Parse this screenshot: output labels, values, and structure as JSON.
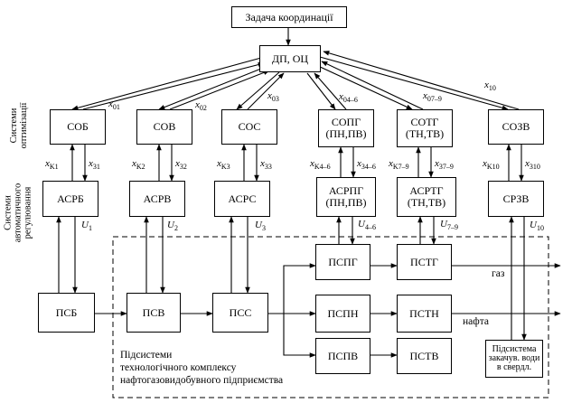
{
  "top": {
    "task": "Задача координації",
    "coordinator": "ДП, ОЦ"
  },
  "side_labels": {
    "optimization": [
      "Системи",
      "оптимізації"
    ],
    "regulation": [
      "Системи",
      "автоматичного",
      "регулювання"
    ]
  },
  "optimization_systems": [
    {
      "l1": "СОБ",
      "l2": ""
    },
    {
      "l1": "СОВ",
      "l2": ""
    },
    {
      "l1": "СОС",
      "l2": ""
    },
    {
      "l1": "СОПГ",
      "l2": "(ПН,ПВ)"
    },
    {
      "l1": "СОТГ",
      "l2": "(ТН,ТВ)"
    },
    {
      "l1": "СОЗВ",
      "l2": ""
    }
  ],
  "regulation_systems": [
    {
      "l1": "АСРБ",
      "l2": ""
    },
    {
      "l1": "АСРВ",
      "l2": ""
    },
    {
      "l1": "АСРС",
      "l2": ""
    },
    {
      "l1": "АСРПГ",
      "l2": "(ПН,ПВ)"
    },
    {
      "l1": "АСРТГ",
      "l2": "(ТН,ТВ)"
    },
    {
      "l1": "СРЗВ",
      "l2": ""
    }
  ],
  "subsystems": {
    "psb": "ПСБ",
    "psv": "ПСВ",
    "pss": "ПСС",
    "pspg": "ПСПГ",
    "pspn": "ПСПН",
    "psps": "ПСПВ",
    "pstg": "ПСТГ",
    "pstn": "ПСТН",
    "pstv": "ПСТВ",
    "injection": [
      "Підсистема",
      "закачув. води",
      "в свердл."
    ]
  },
  "outputs": {
    "gas": "газ",
    "oil": "нафта"
  },
  "complex_label": [
    "Підсистеми",
    "технологічного комплексу",
    "нафтогазовидобувного підприємства"
  ],
  "signals": {
    "x0": [
      {
        "b": "x",
        "s": "01"
      },
      {
        "b": "x",
        "s": "02"
      },
      {
        "b": "x",
        "s": "03"
      },
      {
        "b": "x",
        "s": "04–6"
      },
      {
        "b": "x",
        "s": "07–9"
      },
      {
        "b": "x",
        "s": "10"
      }
    ],
    "xk": [
      {
        "b": "x",
        "s": "K1"
      },
      {
        "b": "x",
        "s": "K2"
      },
      {
        "b": "x",
        "s": "K3"
      },
      {
        "b": "x",
        "s": "K4–6"
      },
      {
        "b": "x",
        "s": "K7–9"
      },
      {
        "b": "x",
        "s": "K10"
      }
    ],
    "x3": [
      {
        "b": "x",
        "s": "31"
      },
      {
        "b": "x",
        "s": "32"
      },
      {
        "b": "x",
        "s": "33"
      },
      {
        "b": "x",
        "s": "34–6"
      },
      {
        "b": "x",
        "s": "37–9"
      },
      {
        "b": "x",
        "s": "310"
      }
    ],
    "u": [
      {
        "b": "U",
        "s": "1"
      },
      {
        "b": "U",
        "s": "2"
      },
      {
        "b": "U",
        "s": "3"
      },
      {
        "b": "U",
        "s": "4–6"
      },
      {
        "b": "U",
        "s": "7–9"
      },
      {
        "b": "U",
        "s": "10"
      }
    ]
  }
}
